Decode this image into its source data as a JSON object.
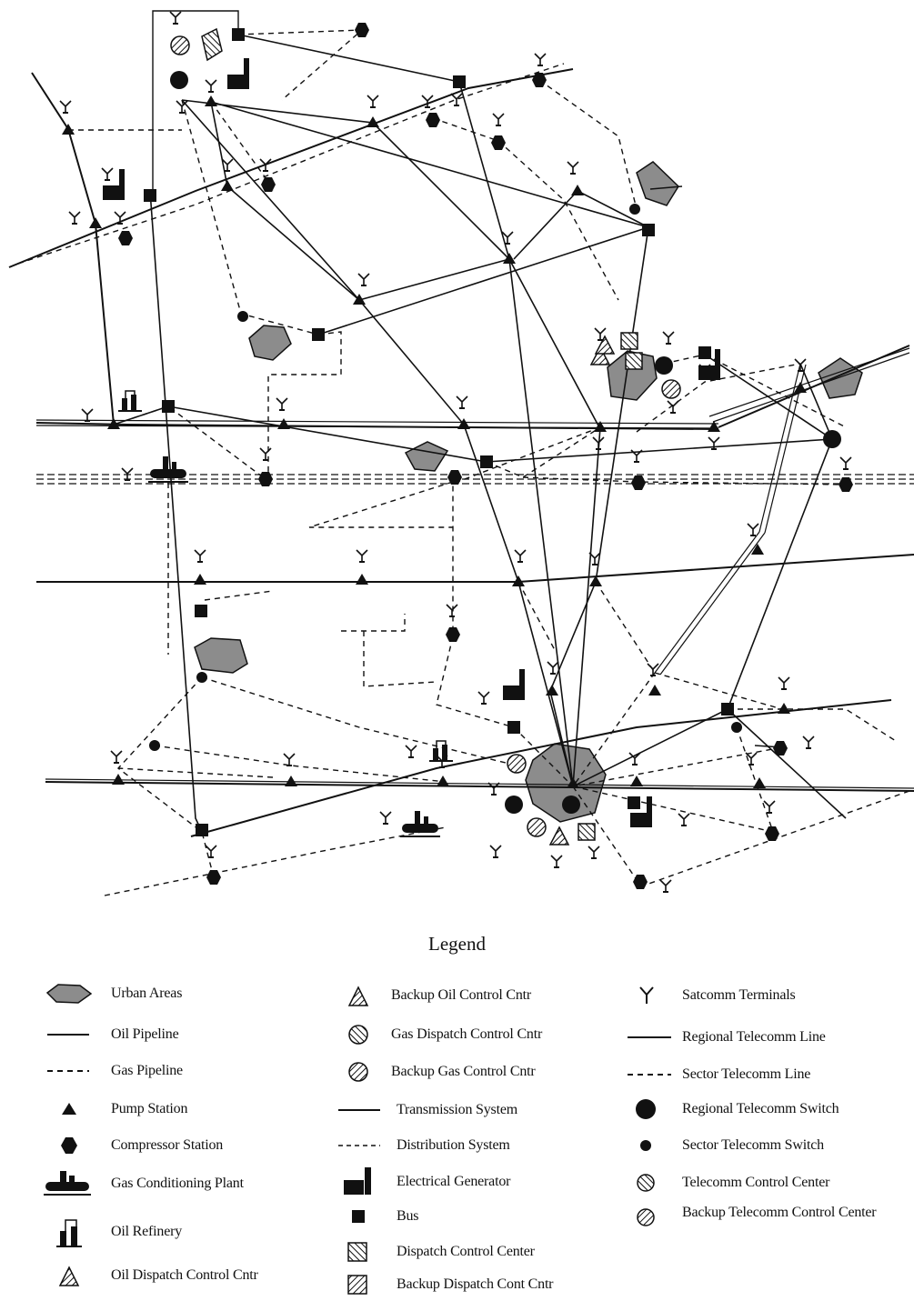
{
  "legend": {
    "title": "Legend",
    "items": [
      {
        "label": "Urban Areas",
        "icon": "urban-area-icon"
      },
      {
        "label": "Oil Pipeline",
        "icon": "oil-pipeline-line-icon"
      },
      {
        "label": "Gas Pipeline",
        "icon": "gas-pipeline-line-icon"
      },
      {
        "label": "Pump Station",
        "icon": "pump-station-icon"
      },
      {
        "label": "Compressor Station",
        "icon": "compressor-station-icon"
      },
      {
        "label": "Gas Conditioning Plant",
        "icon": "gas-conditioning-plant-icon"
      },
      {
        "label": "Oil Refinery",
        "icon": "oil-refinery-icon"
      },
      {
        "label": "Oil Dispatch Control Cntr",
        "icon": "oil-dispatch-control-icon"
      },
      {
        "label": "Backup Oil Control Cntr",
        "icon": "backup-oil-control-icon"
      },
      {
        "label": "Gas Dispatch Control Cntr",
        "icon": "gas-dispatch-control-icon"
      },
      {
        "label": "Backup Gas Control Cntr",
        "icon": "backup-gas-control-icon"
      },
      {
        "label": "Transmission System",
        "icon": "transmission-line-icon"
      },
      {
        "label": "Distribution System",
        "icon": "distribution-line-icon"
      },
      {
        "label": "Electrical Generator",
        "icon": "electrical-generator-icon"
      },
      {
        "label": "Bus",
        "icon": "bus-icon"
      },
      {
        "label": "Dispatch Control Center",
        "icon": "dispatch-control-center-icon"
      },
      {
        "label": "Backup Dispatch Cont Cntr",
        "icon": "backup-dispatch-control-icon"
      },
      {
        "label": "Satcomm Terminals",
        "icon": "satcomm-terminal-icon"
      },
      {
        "label": "Regional Telecomm Line",
        "icon": "regional-telecomm-line-icon"
      },
      {
        "label": "Sector Telecomm Line",
        "icon": "sector-telecomm-line-icon"
      },
      {
        "label": "Regional Telecomm Switch",
        "icon": "regional-switch-icon"
      },
      {
        "label": "Sector Telecomm Switch",
        "icon": "sector-switch-icon"
      },
      {
        "label": "Telecomm Control Center",
        "icon": "telecomm-control-center-icon"
      },
      {
        "label": "Backup Telecomm Control Center",
        "icon": "backup-telecomm-control-icon"
      }
    ]
  },
  "colors": {
    "ink": "#111111",
    "urban_fill": "#8c8c8c",
    "background": "#ffffff"
  }
}
